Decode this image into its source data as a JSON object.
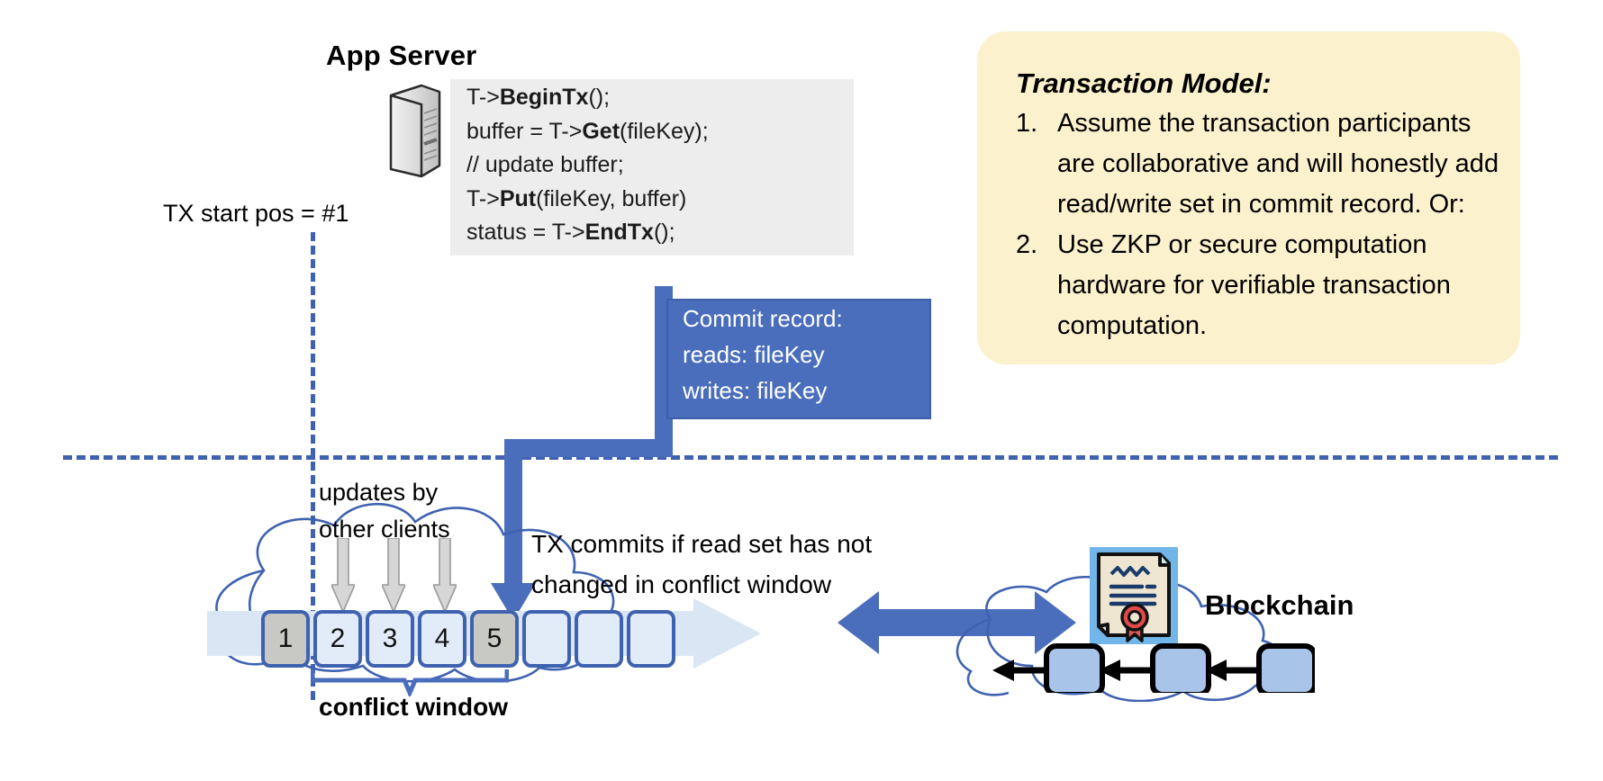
{
  "app_server": {
    "title": "App Server",
    "icon": "server-tower-icon",
    "code": [
      {
        "pre": "T->",
        "bold": "BeginTx",
        "post": "();"
      },
      {
        "pre": "buffer = T->",
        "bold": "Get",
        "post": "(fileKey);"
      },
      {
        "pre": "// update buffer;",
        "bold": "",
        "post": ""
      },
      {
        "pre": "T->",
        "bold": "Put",
        "post": "(fileKey, buffer)"
      },
      {
        "pre": "status = T->",
        "bold": "EndTx",
        "post": "();"
      }
    ]
  },
  "tx_start": {
    "label": "TX start pos = #1"
  },
  "commit_record": {
    "title": "Commit record:",
    "reads": "reads: fileKey",
    "writes": "writes: fileKey",
    "bg_color": "#4a6ebc"
  },
  "transaction_model": {
    "title": "Transaction Model:",
    "bg_color": "#fcf1cd",
    "items": [
      {
        "num": "1.",
        "text": "Assume the transaction participants are collaborative and will honestly add read/write set in commit record.  Or:"
      },
      {
        "num": "2.",
        "text": "Use ZKP or secure computation hardware for verifiable transaction computation."
      }
    ]
  },
  "log": {
    "updates_label_line1": "updates by",
    "updates_label_line2": "other clients",
    "cells": [
      {
        "label": "1",
        "state": "filled"
      },
      {
        "label": "2",
        "state": "normal"
      },
      {
        "label": "3",
        "state": "normal"
      },
      {
        "label": "4",
        "state": "normal"
      },
      {
        "label": "5",
        "state": "filled"
      },
      {
        "label": "",
        "state": "empty"
      },
      {
        "label": "",
        "state": "empty"
      },
      {
        "label": "",
        "state": "empty"
      }
    ],
    "conflict_window_label": "conflict window",
    "commits_caption_line1": "TX commits if read set has not",
    "commits_caption_line2": "changed in conflict window"
  },
  "blockchain": {
    "title": "Blockchain",
    "icon": "certificate-contract-icon",
    "block_count": 3
  },
  "colors": {
    "blue": "#4a6ebc",
    "outline_blue": "#3f62b0",
    "cell_blue": "#e2ecf8",
    "cell_grey": "#c9c9c4",
    "cloud_stroke": "#3f62b0",
    "grey_arrow": "#c9c9c9",
    "yellow": "#fcf1cd",
    "cert_bg": "#72b5e8"
  }
}
